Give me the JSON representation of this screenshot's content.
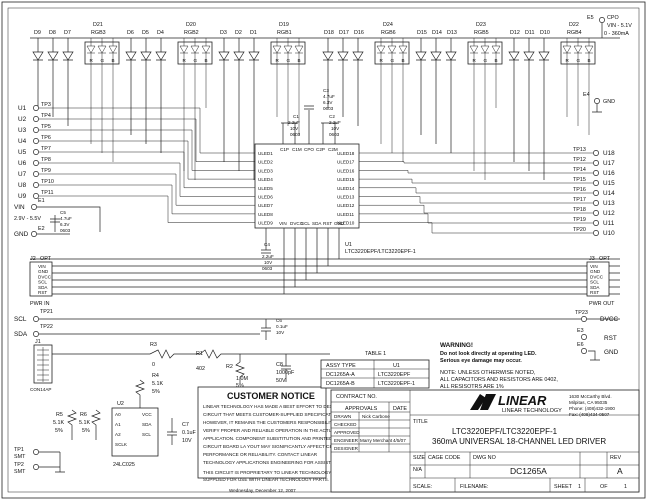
{
  "document": {
    "title_block": {
      "company": "LINEAR TECHNOLOGY",
      "address": [
        "1630 McCarthy Blvd.",
        "Milpitas, CA 95035",
        "Phone: (408)432-1900",
        "Fax: (408)434-0507"
      ],
      "title_label": "TITLE",
      "title_line1": "LTC3220EPF/LTC3220EPF-1",
      "title_line2": "360mA UNIVERSAL 18-CHANNEL LED DRIVER",
      "size_label": "SIZE",
      "size_value": "N/A",
      "cage_label": "CAGE CODE",
      "dwg_label": "DWG NO",
      "dwg_value": "DC1265A",
      "rev_label": "REV",
      "rev_value": "A",
      "scale_label": "SCALE:",
      "filename_label": "FILENAME:",
      "sheet_label": "SHEET",
      "sheet_value": "1",
      "of_label": "OF",
      "of_value": "1",
      "contract_label": "CONTRACT NO.",
      "approvals_label": "APPROVALS",
      "date_label": "DATE",
      "drawn_label": "DRAWN",
      "drawn_value": "Nick Carbone",
      "checked_label": "CHECKED",
      "approved_label": "APPROVED",
      "engineer_label": "ENGINEER",
      "engineer_value": "Marry Merchant",
      "engineer_date": "4/5/07",
      "designer_label": "DESIGNER",
      "print_date": "Wednesday, December 12, 2007"
    },
    "customer_notice": {
      "heading": "CUSTOMER NOTICE",
      "lines": [
        "LINEAR TECHNOLOGY HAS MADE A BEST EFFORT TO DESIGN A",
        "CIRCUIT THAT MEETS CUSTOMER-SUPPLIED SPECIFICATIONS;",
        "HOWEVER, IT REMAINS THE CUSTOMERS RESPONSIBILITY TO",
        "VERIFY PROPER AND RELIABLE OPERATION IN THE ACTUAL",
        "APPLICATION. COMPONENT SUBSTITUTION AND PRINTED",
        "CIRCUIT BOARD LA YOUT MAY SIGNIFICANTLY AFFECT CIRCUIT",
        "PERFORMANCE OR RELIABILITY.  CONTACT LINEAR",
        "TECHNOLOGY APPLICATIONS ENGINEERING FOR ASSISTANCE.",
        "THIS CIRCUIT IS PROPRIETARY TO LINEAR TECHNOLOGY AND",
        "SUPPLIED FOR USE WITH LINEAR TECHNOLOGY PARTS."
      ]
    },
    "table1": {
      "caption": "TABLE 1",
      "headers": [
        "ASSY TYPE",
        "U1"
      ],
      "rows": [
        [
          "DC1265A-A",
          "LTC3220EPF"
        ],
        [
          "DC1265A-B",
          "LTC3220EPF-1"
        ]
      ]
    },
    "warning": {
      "line1": "WARNING!",
      "line2": "Do not look directly at operating LED.",
      "line3": "Serious eye damage may occur."
    },
    "note": {
      "line1": "NOTE: UNLESS OTHERWISE NOTED,",
      "line2": "ALL CAPACITORS AND RESISTORS ARE 0402,",
      "line3": "ALL RESISOTRS ARE 1%"
    },
    "led_groups": [
      {
        "d": [
          "D9",
          "D8",
          "D7"
        ],
        "rgb": "D21",
        "rgb_name": "RGB3"
      },
      {
        "d": [
          "D6",
          "D5",
          "D4"
        ],
        "rgb": "D20",
        "rgb_name": "RGB2"
      },
      {
        "d": [
          "D3",
          "D2",
          "D1"
        ],
        "rgb": "D19",
        "rgb_name": "RGB1"
      },
      {
        "d": [
          "D18",
          "D17",
          "D16"
        ],
        "rgb": "D24",
        "rgb_name": "RGB6"
      },
      {
        "d": [
          "D15",
          "D14",
          "D13"
        ],
        "rgb": "D23",
        "rgb_name": "RGB5"
      },
      {
        "d": [
          "D12",
          "D11",
          "D10"
        ],
        "rgb": "D22",
        "rgb_name": "RGB4"
      }
    ],
    "rgb_pins": [
      "R",
      "G",
      "B"
    ],
    "power_top": {
      "e5": "E5",
      "cpo": "CPO",
      "range": "VIN - 5.1V",
      "current": "0 - 360mA",
      "e4": "E4",
      "gnd": "GND"
    },
    "left_tps": [
      {
        "u": "U1",
        "tp": "TP3"
      },
      {
        "u": "U2",
        "tp": "TP4"
      },
      {
        "u": "U3",
        "tp": "TP5"
      },
      {
        "u": "U4",
        "tp": "TP6"
      },
      {
        "u": "U5",
        "tp": "TP7"
      },
      {
        "u": "U6",
        "tp": "TP8"
      },
      {
        "u": "U7",
        "tp": "TP9"
      },
      {
        "u": "U8",
        "tp": "TP10"
      },
      {
        "u": "U9",
        "tp": "TP11"
      }
    ],
    "right_tps": [
      {
        "u": "U18",
        "tp": "TP13"
      },
      {
        "u": "U17",
        "tp": "TP12"
      },
      {
        "u": "U16",
        "tp": "TP14"
      },
      {
        "u": "U15",
        "tp": "TP15"
      },
      {
        "u": "U14",
        "tp": "TP16"
      },
      {
        "u": "U13",
        "tp": "TP17"
      },
      {
        "u": "U12",
        "tp": "TP18"
      },
      {
        "u": "U11",
        "tp": "TP19"
      },
      {
        "u": "U10",
        "tp": "TP20"
      }
    ],
    "ic": {
      "ref": "U1",
      "part": "LTC3220EPF/LTC3220EPF-1",
      "left_pins": [
        "ULED1",
        "ULED2",
        "ULED3",
        "ULED4",
        "ULED5",
        "ULED6",
        "ULED7",
        "ULED8",
        "ULED9"
      ],
      "right_pins": [
        "ULED18",
        "ULED17",
        "ULED16",
        "ULED15",
        "ULED14",
        "ULED13",
        "ULED12",
        "ULED11",
        "ULED10"
      ],
      "top_pins": [
        "C1P",
        "C1M",
        "CPO",
        "C2P",
        "C2M"
      ],
      "bottom_pins": [
        "VIN",
        "DVCC",
        "SCL",
        "SDA",
        "RST",
        "GND"
      ]
    },
    "caps": {
      "c1": [
        "C1",
        "2.2uF",
        "10V",
        "0603"
      ],
      "c2": [
        "C2",
        "2.2uF",
        "10V",
        "0603"
      ],
      "c3": [
        "C3",
        "4.7uF",
        "6.3V",
        "0603"
      ],
      "c4": [
        "C4",
        "2.2uF",
        "10V",
        "0603"
      ],
      "c5": [
        "C5",
        "4.7uF",
        "6.3V",
        "0603"
      ],
      "c6": [
        "C6",
        "0.1uF",
        "10V"
      ],
      "c7": [
        "C7",
        "0.1uF",
        "10V"
      ],
      "c8": [
        "C8",
        "1000pF",
        "50V"
      ]
    },
    "vin": {
      "label": "VIN",
      "e1": "E1",
      "range": "2.9V - 5.5V",
      "gnd": "GND",
      "e2": "E2"
    },
    "j2": {
      "ref": "J2",
      "opt": "OPT",
      "pins": [
        "VIN",
        "GND",
        "DVCC",
        "SCL",
        "SDA",
        "RST"
      ],
      "label": "PWR IN"
    },
    "j3": {
      "ref": "J3",
      "opt": "OPT",
      "pins": [
        "VIN",
        "GND",
        "DVCC",
        "SCL",
        "SDA",
        "RST"
      ],
      "label": "PWR OUT"
    },
    "signals": {
      "scl": "SCL",
      "tp21": "TP21",
      "sda": "SDA",
      "tp22": "TP22",
      "tp23": "TP23",
      "dvcc": "DVCC",
      "e3": "E3",
      "rst": "RST",
      "e6": "E6",
      "gnd": "GND",
      "j1": "J1",
      "j1_part": "CON14AP",
      "r3": "R3",
      "r3_val": "0",
      "r1": "R1",
      "r1_val": "402",
      "r2": "R2",
      "r2_val": "1.0M",
      "r2_tol": "5%",
      "r4": "R4",
      "r4_val": "5.1K",
      "r4_tol": "5%",
      "r5": "R5",
      "r5_val": "5.1K",
      "r5_tol": "5%",
      "r6": "R6",
      "r6_val": "5.1K",
      "r6_tol": "5%",
      "u2": "U2",
      "u2_part": "24LC025",
      "u2_pins_left": [
        "A0",
        "A1",
        "A2",
        "SCLK"
      ],
      "u2_pins_right": [
        "VCC",
        "SDA",
        "SCL"
      ],
      "tp1": "TP1",
      "tp2": "TP2",
      "smt": "SMT"
    }
  }
}
